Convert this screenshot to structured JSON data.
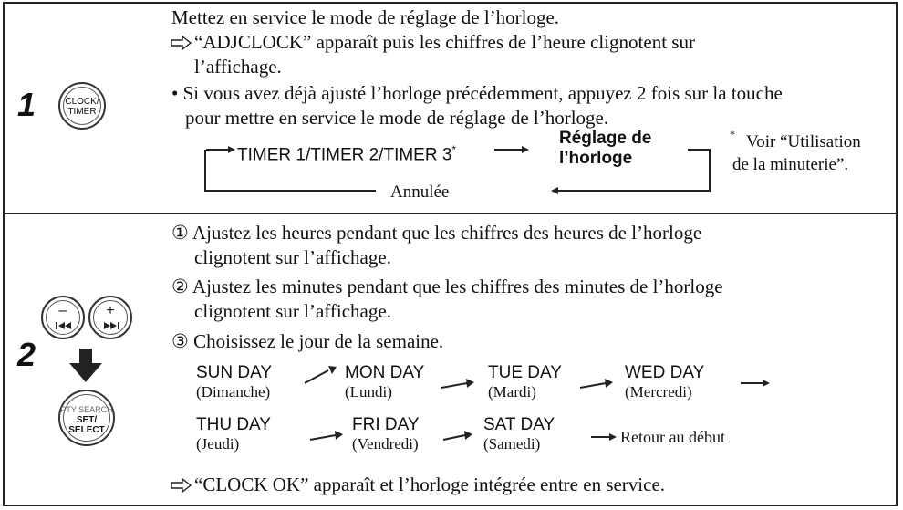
{
  "step1": {
    "number": "1",
    "button_line1": "CLOCK/",
    "button_line2": "TIMER",
    "line1": "Mettez en service le mode de réglage de l’horloge.",
    "line2": "“ADJCLOCK” apparaît puis les chiffres de l’heure clignotent sur",
    "line3": "l’affichage.",
    "bullet_line1": "• Si vous avez déjà ajusté l’horloge précédemment, appuyez 2 fois sur la touche",
    "bullet_line2": "pour mettre en service le mode de réglage de l’horloge.",
    "flow_timer": "TIMER 1/TIMER 2/TIMER 3",
    "flow_timer_star": "*",
    "flow_reglage_line1": "Réglage de",
    "flow_reglage_line2": "l’horloge",
    "flow_annulee": "Annulée",
    "footnote_star": "*",
    "footnote_line1": "Voir “Utilisation",
    "footnote_line2": "de la minuterie”."
  },
  "step2": {
    "number": "2",
    "minus_label": "–",
    "plus_label": "+",
    "set_line1": "PTY SEARCH",
    "set_line2": "SET/",
    "set_line3": "SELECT",
    "item1_line1": "① Ajustez les heures pendant que les chiffres des heures de l’horloge",
    "item1_line2": "clignotent sur l’affichage.",
    "item2_line1": "② Ajustez les minutes pendant que les chiffres des minutes de l’horloge",
    "item2_line2": "clignotent sur l’affichage.",
    "item3": "③ Choisissez le jour de la semaine.",
    "days_row1": [
      {
        "day": "SUN DAY",
        "fr": "(Dimanche)"
      },
      {
        "day": "MON DAY",
        "fr": "(Lundi)"
      },
      {
        "day": "TUE DAY",
        "fr": "(Mardi)"
      },
      {
        "day": "WED DAY",
        "fr": "(Mercredi)"
      }
    ],
    "days_row2": [
      {
        "day": "THU DAY",
        "fr": "(Jeudi)"
      },
      {
        "day": "FRI DAY",
        "fr": "(Vendredi)"
      },
      {
        "day": "SAT DAY",
        "fr": "(Samedi)"
      }
    ],
    "return_label": "Retour au début",
    "final_line": "“CLOCK OK” apparaît et l’horloge intégrée entre en service."
  },
  "icons": {
    "result_arrow": "hollow-right-arrow-icon",
    "down_arrow": "down-arrow-icon"
  }
}
